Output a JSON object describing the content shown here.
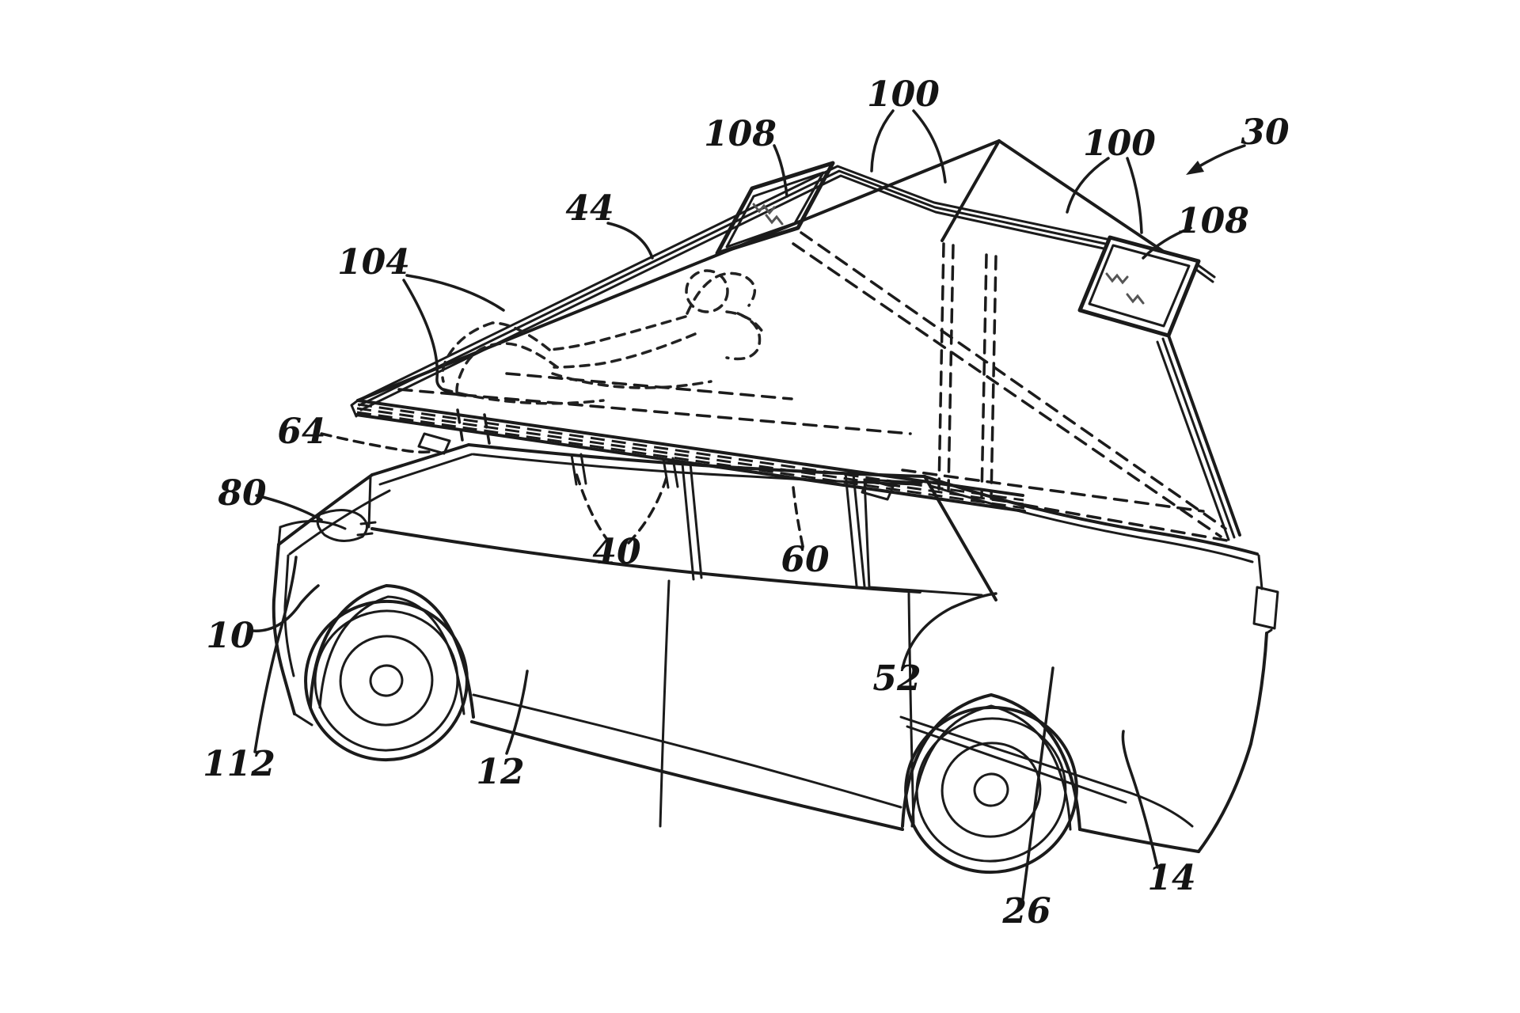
{
  "figure": {
    "background_color": "#ffffff",
    "ink_color": "#1b1b1b",
    "labels": {
      "n30": "30",
      "n44": "44",
      "n104": "104",
      "n108a": "108",
      "n100a": "100",
      "n100b": "100",
      "n108b": "108",
      "n64": "64",
      "n80": "80",
      "n10": "10",
      "n112": "112",
      "n12": "12",
      "n40": "40",
      "n60": "60",
      "n52": "52",
      "n26": "26",
      "n14": "14"
    }
  }
}
